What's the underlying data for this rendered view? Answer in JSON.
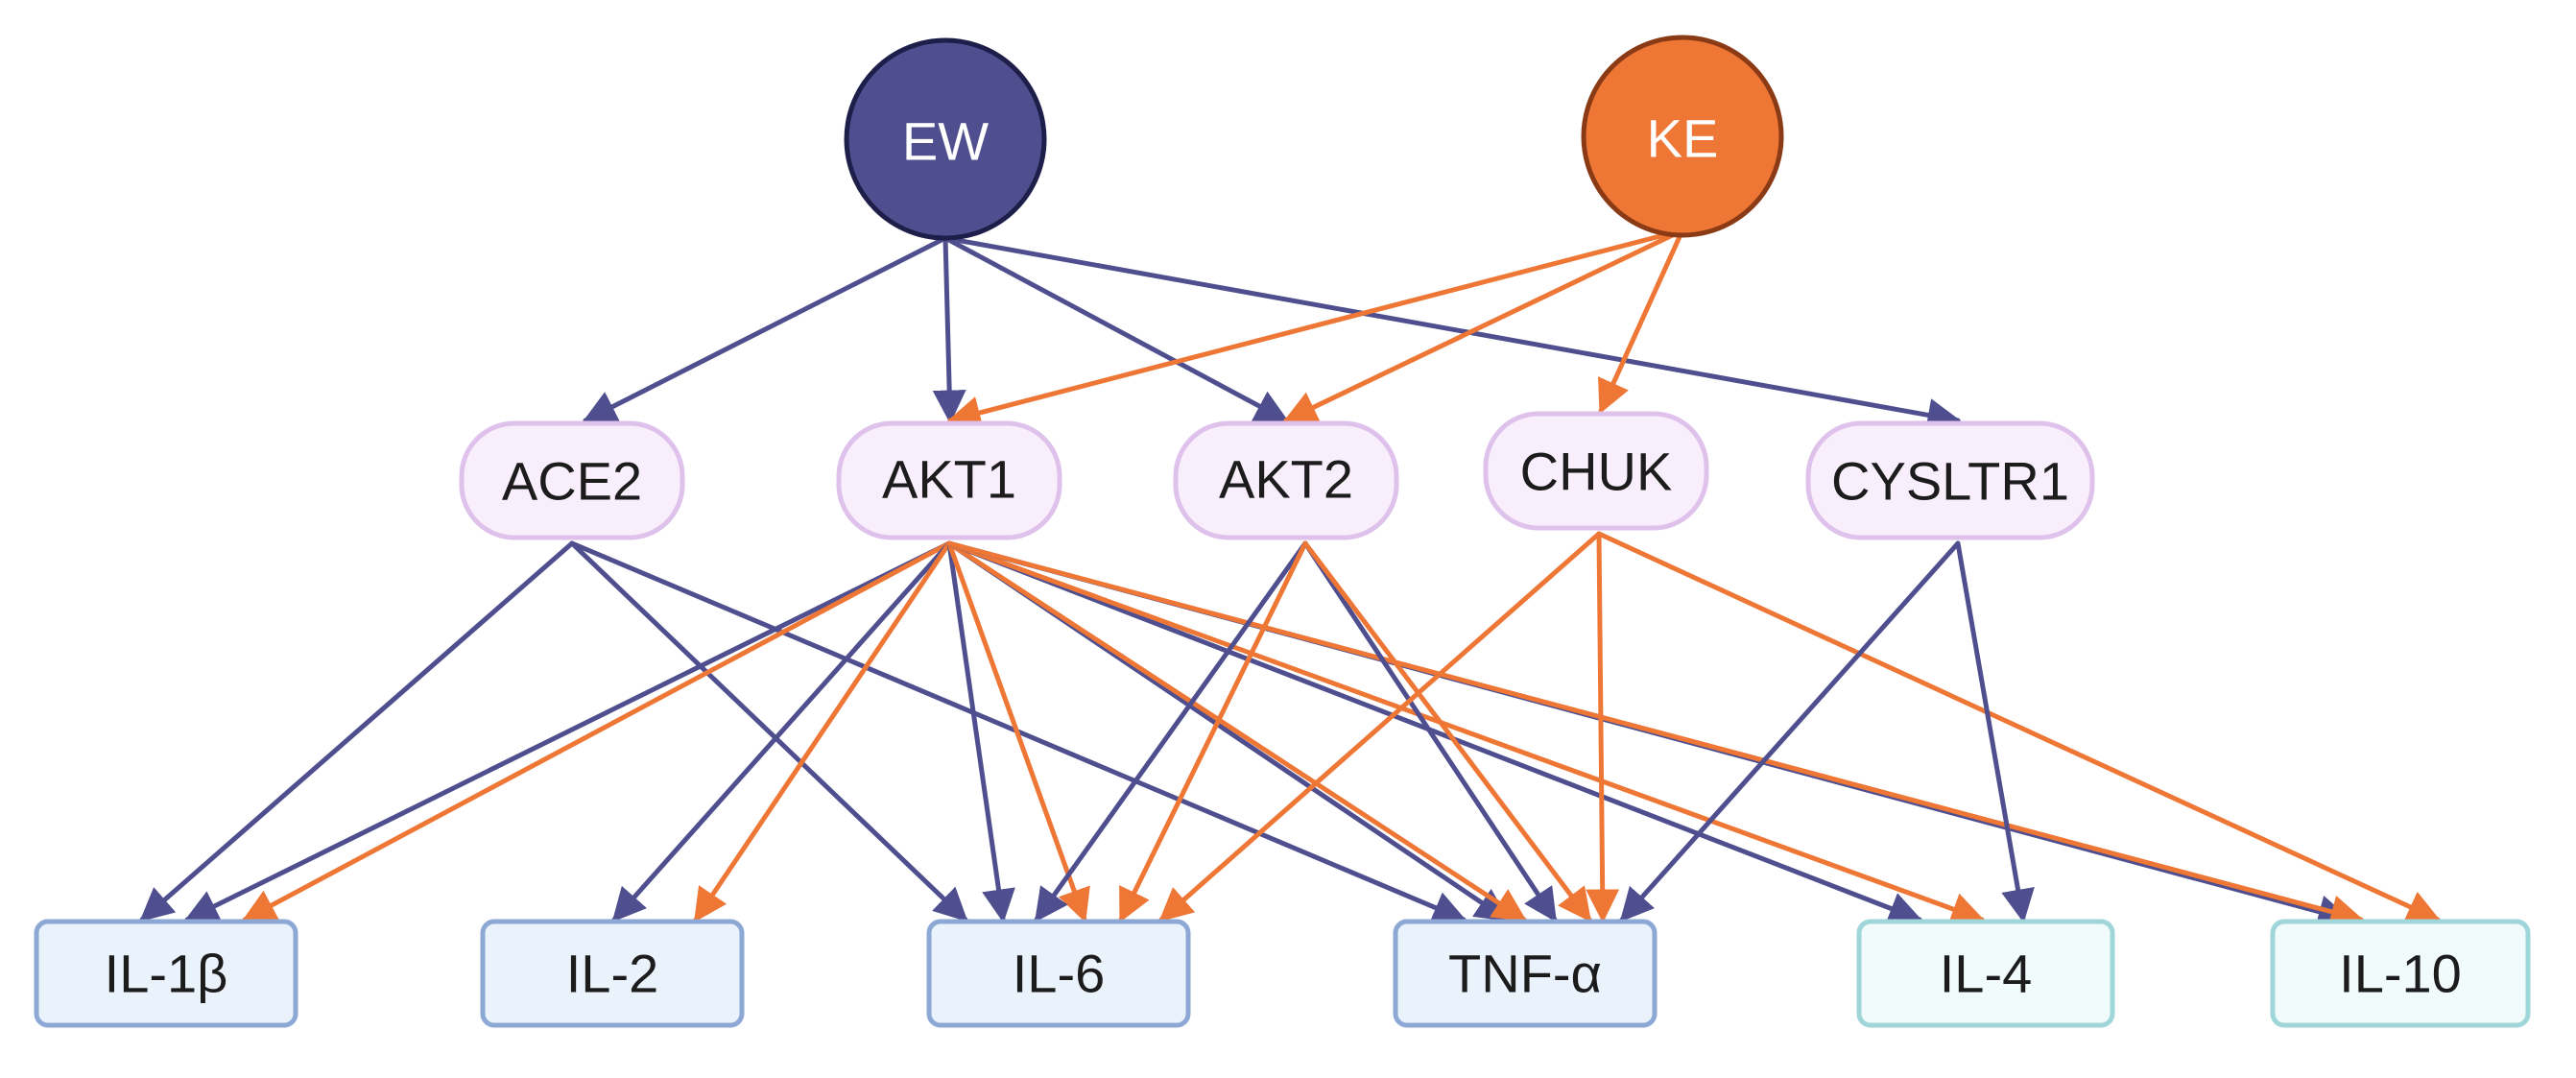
{
  "colors": {
    "ew": "#4f4f8f",
    "ke": "#ee7735",
    "ew_fill": "#4f4f8f",
    "ke_fill": "#ee7735",
    "target_fill": "#f9eefc",
    "target_stroke": "#dfc2ec",
    "cytokine_blue_fill": "#eaf2fb",
    "cytokine_blue_stroke": "#8ea8d6",
    "cytokine_teal_fill": "#f1fbfc",
    "cytokine_teal_stroke": "#9fd6d9",
    "text": "#1c1c1c"
  },
  "nodes": {
    "sources": [
      {
        "id": "EW",
        "label": "EW",
        "color": "ew"
      },
      {
        "id": "KE",
        "label": "KE",
        "color": "ke"
      }
    ],
    "targets": [
      {
        "id": "ACE2",
        "label": "ACE2"
      },
      {
        "id": "AKT1",
        "label": "AKT1"
      },
      {
        "id": "AKT2",
        "label": "AKT2"
      },
      {
        "id": "CHUK",
        "label": "CHUK"
      },
      {
        "id": "CYSLTR1",
        "label": "CYSLTR1"
      }
    ],
    "cytokines": [
      {
        "id": "IL1B",
        "label": "IL-1β",
        "style": "blue"
      },
      {
        "id": "IL2",
        "label": "IL-2",
        "style": "blue"
      },
      {
        "id": "IL6",
        "label": "IL-6",
        "style": "blue"
      },
      {
        "id": "TNFA",
        "label": "TNF-α",
        "style": "blue"
      },
      {
        "id": "IL4",
        "label": "IL-4",
        "style": "teal"
      },
      {
        "id": "IL10",
        "label": "IL-10",
        "style": "teal"
      }
    ]
  },
  "edges": [
    {
      "from": "EW",
      "to": "ACE2",
      "color": "ew"
    },
    {
      "from": "EW",
      "to": "AKT1",
      "color": "ew"
    },
    {
      "from": "EW",
      "to": "AKT2",
      "color": "ew"
    },
    {
      "from": "EW",
      "to": "CYSLTR1",
      "color": "ew"
    },
    {
      "from": "KE",
      "to": "AKT1",
      "color": "ke"
    },
    {
      "from": "KE",
      "to": "AKT2",
      "color": "ke"
    },
    {
      "from": "KE",
      "to": "CHUK",
      "color": "ke"
    },
    {
      "from": "ACE2",
      "to": "IL1B",
      "color": "ew"
    },
    {
      "from": "ACE2",
      "to": "IL6",
      "color": "ew"
    },
    {
      "from": "ACE2",
      "to": "TNFA",
      "color": "ew"
    },
    {
      "from": "AKT1",
      "to": "IL1B",
      "color": "ew"
    },
    {
      "from": "AKT1",
      "to": "IL1B",
      "color": "ke"
    },
    {
      "from": "AKT1",
      "to": "IL2",
      "color": "ew"
    },
    {
      "from": "AKT1",
      "to": "IL2",
      "color": "ke"
    },
    {
      "from": "AKT1",
      "to": "IL6",
      "color": "ew"
    },
    {
      "from": "AKT1",
      "to": "IL6",
      "color": "ke"
    },
    {
      "from": "AKT1",
      "to": "TNFA",
      "color": "ew"
    },
    {
      "from": "AKT1",
      "to": "TNFA",
      "color": "ke"
    },
    {
      "from": "AKT1",
      "to": "IL4",
      "color": "ew"
    },
    {
      "from": "AKT1",
      "to": "IL4",
      "color": "ke"
    },
    {
      "from": "AKT1",
      "to": "IL10",
      "color": "ew"
    },
    {
      "from": "AKT1",
      "to": "IL10",
      "color": "ke"
    },
    {
      "from": "AKT2",
      "to": "IL6",
      "color": "ew"
    },
    {
      "from": "AKT2",
      "to": "IL6",
      "color": "ke"
    },
    {
      "from": "AKT2",
      "to": "TNFA",
      "color": "ew"
    },
    {
      "from": "AKT2",
      "to": "TNFA",
      "color": "ke"
    },
    {
      "from": "CHUK",
      "to": "IL6",
      "color": "ke"
    },
    {
      "from": "CHUK",
      "to": "TNFA",
      "color": "ke"
    },
    {
      "from": "CHUK",
      "to": "IL10",
      "color": "ke"
    },
    {
      "from": "CYSLTR1",
      "to": "TNFA",
      "color": "ew"
    },
    {
      "from": "CYSLTR1",
      "to": "IL4",
      "color": "ew"
    }
  ]
}
